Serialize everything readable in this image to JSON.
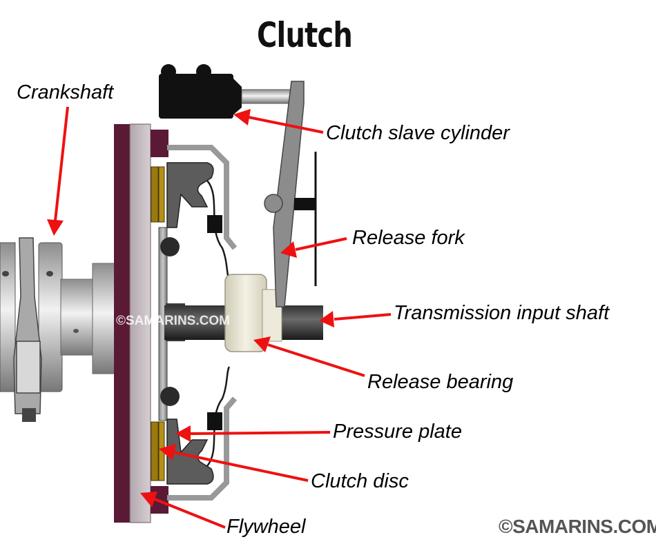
{
  "title": "Clutch",
  "labels": {
    "crankshaft": "Crankshaft",
    "slave_cylinder": "Clutch slave cylinder",
    "release_fork": "Release fork",
    "input_shaft": "Transmission input shaft",
    "release_bearing": "Release bearing",
    "pressure_plate": "Pressure plate",
    "clutch_disc": "Clutch disc",
    "flywheel": "Flywheel"
  },
  "watermarks": {
    "main": "©SAMARINS.COM",
    "center": "©SAMARINS.COM"
  },
  "colors": {
    "arrow": "#ee1111",
    "flywheel": "#5a1a35",
    "metal_dark": "#555555",
    "metal_light": "#bdbdbd",
    "friction": "#9a7a10",
    "bearing": "#e8e4d4"
  }
}
